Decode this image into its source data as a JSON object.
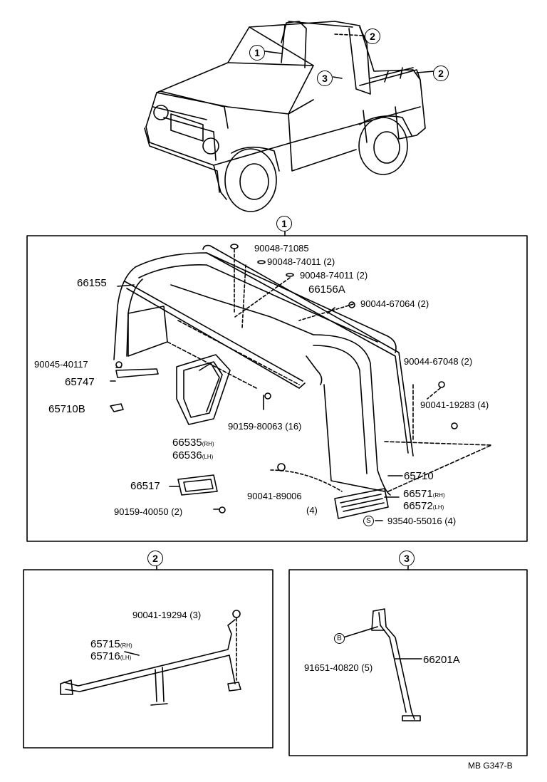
{
  "callouts": {
    "one": "1",
    "two": "2",
    "three": "3",
    "s": "S",
    "b": "B"
  },
  "section1": {
    "p90048_71085": "90048-71085",
    "p90048_74011_a": "90048-74011",
    "p90048_74011_a_qty": "(2)",
    "p90048_74011_b": "90048-74011",
    "p90048_74011_b_qty": "(2)",
    "p66155": "66155",
    "p66156A": "66156A",
    "p90044_67064": "90044-67064",
    "p90044_67064_qty": "(2)",
    "p90045_40117": "90045-40117",
    "p65747": "65747",
    "p65710B": "65710B",
    "p90044_67048": "90044-67048",
    "p90044_67048_qty": "(2)",
    "p90041_19283": "90041-19283",
    "p90041_19283_qty": "(4)",
    "p90159_80063": "90159-80063",
    "p90159_80063_qty": "(16)",
    "p66535": "66535",
    "p66535_side": "(RH)",
    "p66536": "66536",
    "p66536_side": "(LH)",
    "p65710": "65710",
    "p66517": "66517",
    "p90041_89006": "90041-89006",
    "p90041_89006_qty": "(4)",
    "p66571": "66571",
    "p66571_side": "(RH)",
    "p66572": "66572",
    "p66572_side": "(LH)",
    "p90159_40050": "90159-40050",
    "p90159_40050_qty": "(2)",
    "p93540_55016": "93540-55016",
    "p93540_55016_qty": "(4)"
  },
  "section2": {
    "p90041_19294": "90041-19294",
    "p90041_19294_qty": "(3)",
    "p65715": "65715",
    "p65715_side": "(RH)",
    "p65716": "65716",
    "p65716_side": "(LH)"
  },
  "section3": {
    "p91651_40820": "91651-40820",
    "p91651_40820_qty": "(5)",
    "p66201A": "66201A"
  },
  "footer": {
    "code": "MB G347-B"
  }
}
